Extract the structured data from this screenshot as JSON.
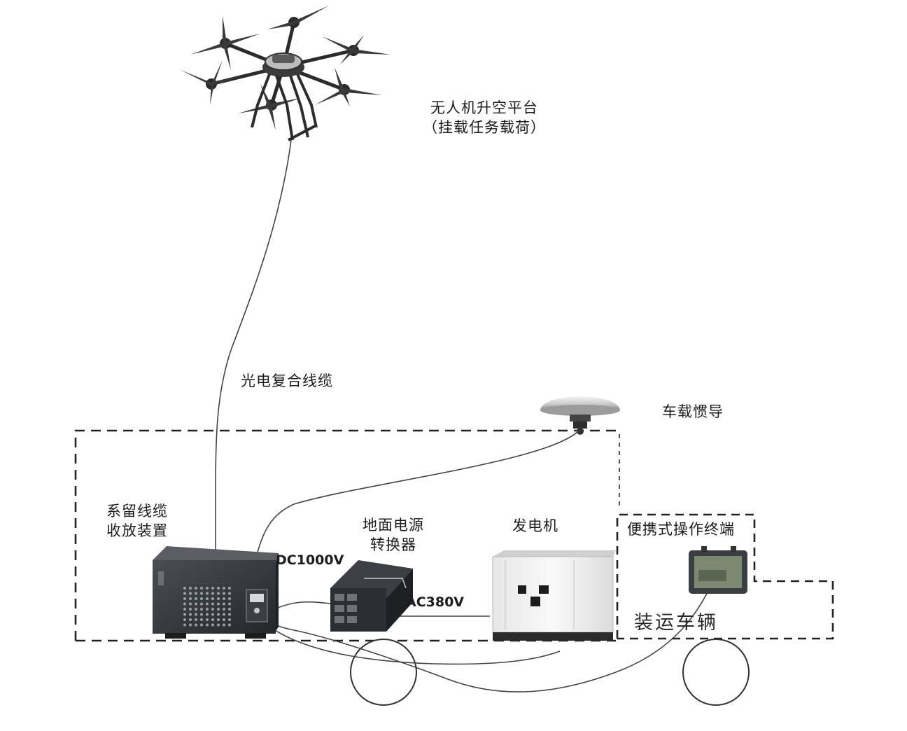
{
  "labels": {
    "uav_platform": {
      "line1": "无人机升空平台",
      "line2": "（挂载任务载荷）"
    },
    "cable": "光电复合线缆",
    "vehicle_ins": "车载惯导",
    "tether_device": {
      "line1": "系留线缆",
      "line2": "收放装置"
    },
    "ground_power": {
      "line1": "地面电源",
      "line2": "转换器"
    },
    "generator": "发电机",
    "portable_terminal": "便携式操作终端",
    "vehicle": "装运车辆",
    "dc_voltage": "DC1000V",
    "ac_voltage": "AC380V"
  },
  "colors": {
    "line": "#3a3a3a",
    "dash": "#222222",
    "device_dark": "#2e3135",
    "generator_body": "#f2f2f2"
  }
}
